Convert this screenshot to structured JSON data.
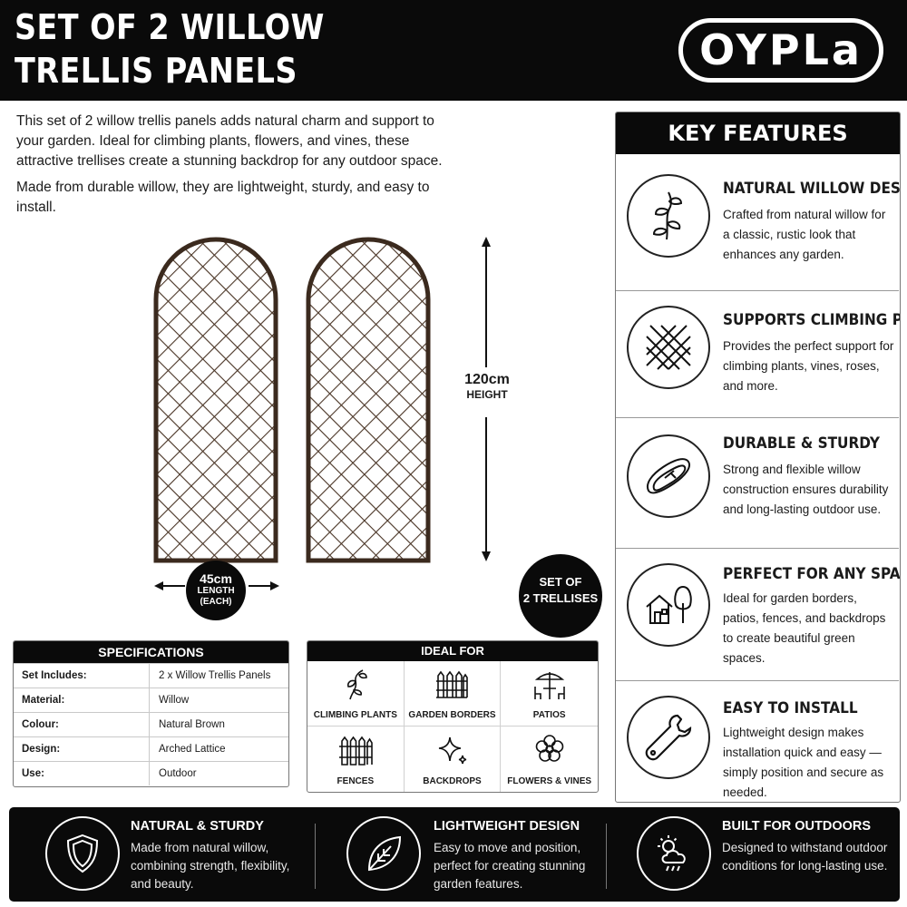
{
  "header": {
    "title_line1": "SET OF 2 WILLOW",
    "title_line2": "TRELLIS PANELS",
    "brand": "OYPLa"
  },
  "intro": {
    "paragraph1": "This set of 2 willow trellis panels adds natural charm and support to your garden. Ideal for climbing plants, flowers, and vines, these attractive trellises create a stunning backdrop for any outdoor space.",
    "paragraph2": "Made from durable willow, they are lightweight, sturdy, and easy to install."
  },
  "dimensions": {
    "height_value": "120cm",
    "height_label": "HEIGHT",
    "length_value": "45cm",
    "length_label": "LENGTH",
    "length_note": "(EACH)",
    "set_line1": "SET OF",
    "set_line2": "2 TRELLISES"
  },
  "specifications": {
    "heading": "SPECIFICATIONS",
    "rows": [
      {
        "label": "Set Includes:",
        "value": "2 x Willow Trellis Panels"
      },
      {
        "label": "Material:",
        "value": "Willow"
      },
      {
        "label": "Colour:",
        "value": "Natural Brown"
      },
      {
        "label": "Design:",
        "value": "Arched Lattice"
      },
      {
        "label": "Use:",
        "value": "Outdoor"
      }
    ]
  },
  "ideal_for": {
    "heading": "IDEAL FOR",
    "items": [
      {
        "label": "CLIMBING PLANTS",
        "icon": "climbing-plant-icon"
      },
      {
        "label": "GARDEN BORDERS",
        "icon": "garden-border-icon"
      },
      {
        "label": "PATIOS",
        "icon": "patio-icon"
      },
      {
        "label": "FENCES",
        "icon": "fence-icon"
      },
      {
        "label": "BACKDROPS",
        "icon": "sparkle-icon"
      },
      {
        "label": "FLOWERS & VINES",
        "icon": "flower-icon"
      }
    ]
  },
  "key_features": {
    "heading": "KEY FEATURES",
    "items": [
      {
        "title": "NATURAL WILLOW DESIGN",
        "desc": "Crafted from natural willow for a classic, rustic look that enhances any garden.",
        "icon": "sprout-icon"
      },
      {
        "title": "SUPPORTS CLIMBING PLANTS",
        "desc": "Provides the perfect support for climbing plants, vines, roses, and more.",
        "icon": "lattice-icon"
      },
      {
        "title": "DURABLE & STURDY",
        "desc": "Strong and flexible willow construction ensures durability and long-lasting outdoor use.",
        "icon": "willow-loop-icon"
      },
      {
        "title": "PERFECT FOR ANY SPACE",
        "desc": "Ideal for garden borders, patios, fences, and backdrops to create beautiful green spaces.",
        "icon": "house-tree-icon"
      },
      {
        "title": "EASY TO INSTALL",
        "desc": "Lightweight design makes installation quick and easy — simply position and secure as needed.",
        "icon": "wrench-icon"
      }
    ]
  },
  "footer": {
    "items": [
      {
        "title": "NATURAL & STURDY",
        "desc": "Made from natural willow, combining strength, flexibility, and beauty.",
        "icon": "shield-icon"
      },
      {
        "title": "LIGHTWEIGHT DESIGN",
        "desc": "Easy to move and position, perfect for creating stunning garden features.",
        "icon": "leaf-icon"
      },
      {
        "title": "BUILT FOR OUTDOORS",
        "desc": "Designed to withstand outdoor conditions for long-lasting use.",
        "icon": "weather-icon"
      }
    ]
  },
  "colors": {
    "primary_dark": "#0a0a0a",
    "willow_brown": "#4a3526",
    "background": "#ffffff"
  }
}
